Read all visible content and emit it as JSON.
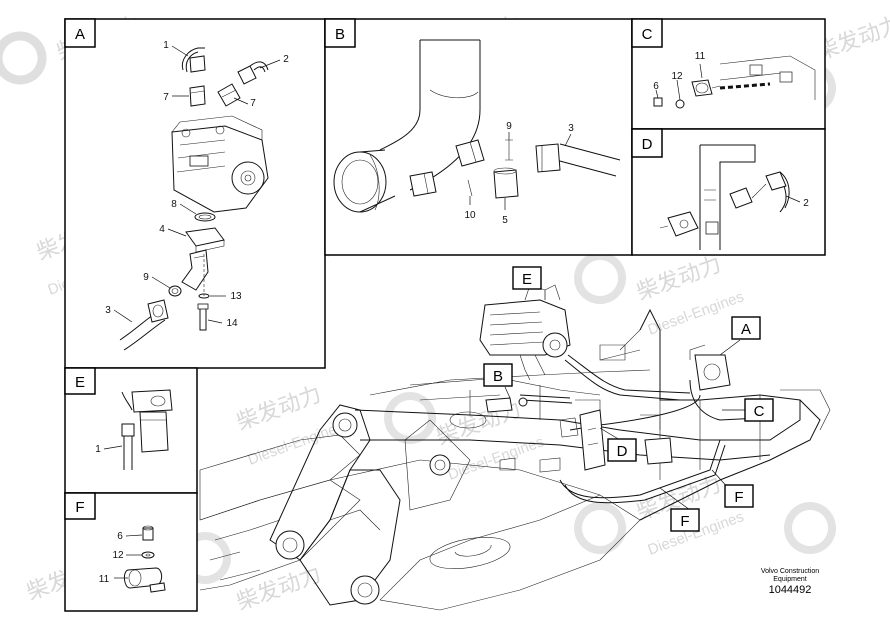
{
  "watermark": {
    "brand_cn": "柴发动力",
    "brand_en": "Diesel-Engines"
  },
  "panels": {
    "A": {
      "label": "A",
      "parts": [
        "1",
        "2",
        "7",
        "7",
        "8",
        "4",
        "9",
        "3",
        "13",
        "14"
      ]
    },
    "B": {
      "label": "B",
      "parts": [
        "9",
        "3",
        "10",
        "5"
      ]
    },
    "C": {
      "label": "C",
      "parts": [
        "11",
        "12",
        "6"
      ]
    },
    "D": {
      "label": "D",
      "parts": [
        "2"
      ]
    },
    "E": {
      "label": "E",
      "parts": [
        "1"
      ]
    },
    "F": {
      "label": "F",
      "parts": [
        "6",
        "12",
        "11"
      ]
    }
  },
  "callouts": [
    "E",
    "B",
    "A",
    "C",
    "D",
    "F",
    "F"
  ],
  "footer": {
    "maker_line1": "Volvo Construction",
    "maker_line2": "Equipment",
    "drawing_number": "1044492"
  }
}
